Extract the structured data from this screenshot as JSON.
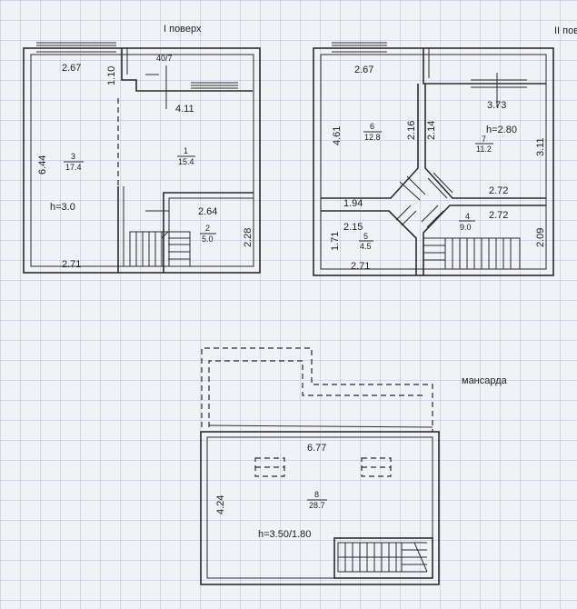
{
  "titles": {
    "floor1": "I поверх",
    "floor2": "II пов",
    "attic": "мансарда"
  },
  "floor1": {
    "window_note": "40/7",
    "dims": {
      "top_left": "2.67",
      "small_vert": "1.10",
      "hall_width": "4.11",
      "left_height": "6.44",
      "stair_room_width": "2.64",
      "stair_room_height": "2.28",
      "bottom_width": "2.71"
    },
    "height_note": "h=3.0",
    "rooms": [
      {
        "num": "1",
        "area": "15.4"
      },
      {
        "num": "2",
        "area": "5.0"
      },
      {
        "num": "3",
        "area": "17.4"
      }
    ]
  },
  "floor2": {
    "dims": {
      "top_left": "2.67",
      "top_right": "3.73",
      "left_height": "4.61",
      "mid_vert_a": "2.16",
      "mid_vert_b": "2.14",
      "right_height": "3.11",
      "hall_width_left": "1.94",
      "hall_width_right": "2.72",
      "room4_width": "2.72",
      "room5_width": "2.15",
      "room5_height": "1.71",
      "room4_height": "2.09",
      "bottom_width": "2.71"
    },
    "height_note": "h=2.80",
    "rooms": [
      {
        "num": "6",
        "area": "12.8"
      },
      {
        "num": "7",
        "area": "11.2"
      },
      {
        "num": "4",
        "area": "9.0"
      },
      {
        "num": "5",
        "area": "4.5"
      }
    ]
  },
  "attic": {
    "dims": {
      "width": "6.77",
      "height": "4.24"
    },
    "height_note": "h=3.50/1.80",
    "rooms": [
      {
        "num": "8",
        "area": "28.7"
      }
    ]
  }
}
